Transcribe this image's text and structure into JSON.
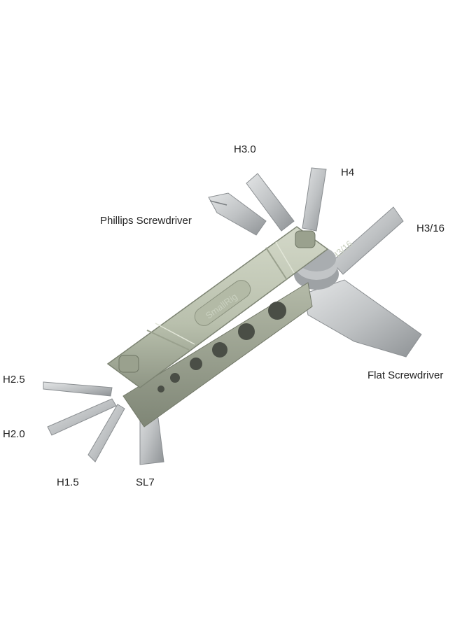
{
  "product": {
    "brand": "SmallRig",
    "bit_marking": "H3/16"
  },
  "labels": {
    "h30": "H3.0",
    "h4": "H4",
    "phillips": "Phillips Screwdriver",
    "h316": "H3/16",
    "flat": "Flat Screwdriver",
    "h25": "H2.5",
    "h20": "H2.0",
    "h15": "H1.5",
    "sl7": "SL7"
  },
  "colors": {
    "handle": "#b9c0ad",
    "handle_shadow": "#8f9685",
    "steel": "#c9ccce",
    "steel_dark": "#8e9295"
  }
}
